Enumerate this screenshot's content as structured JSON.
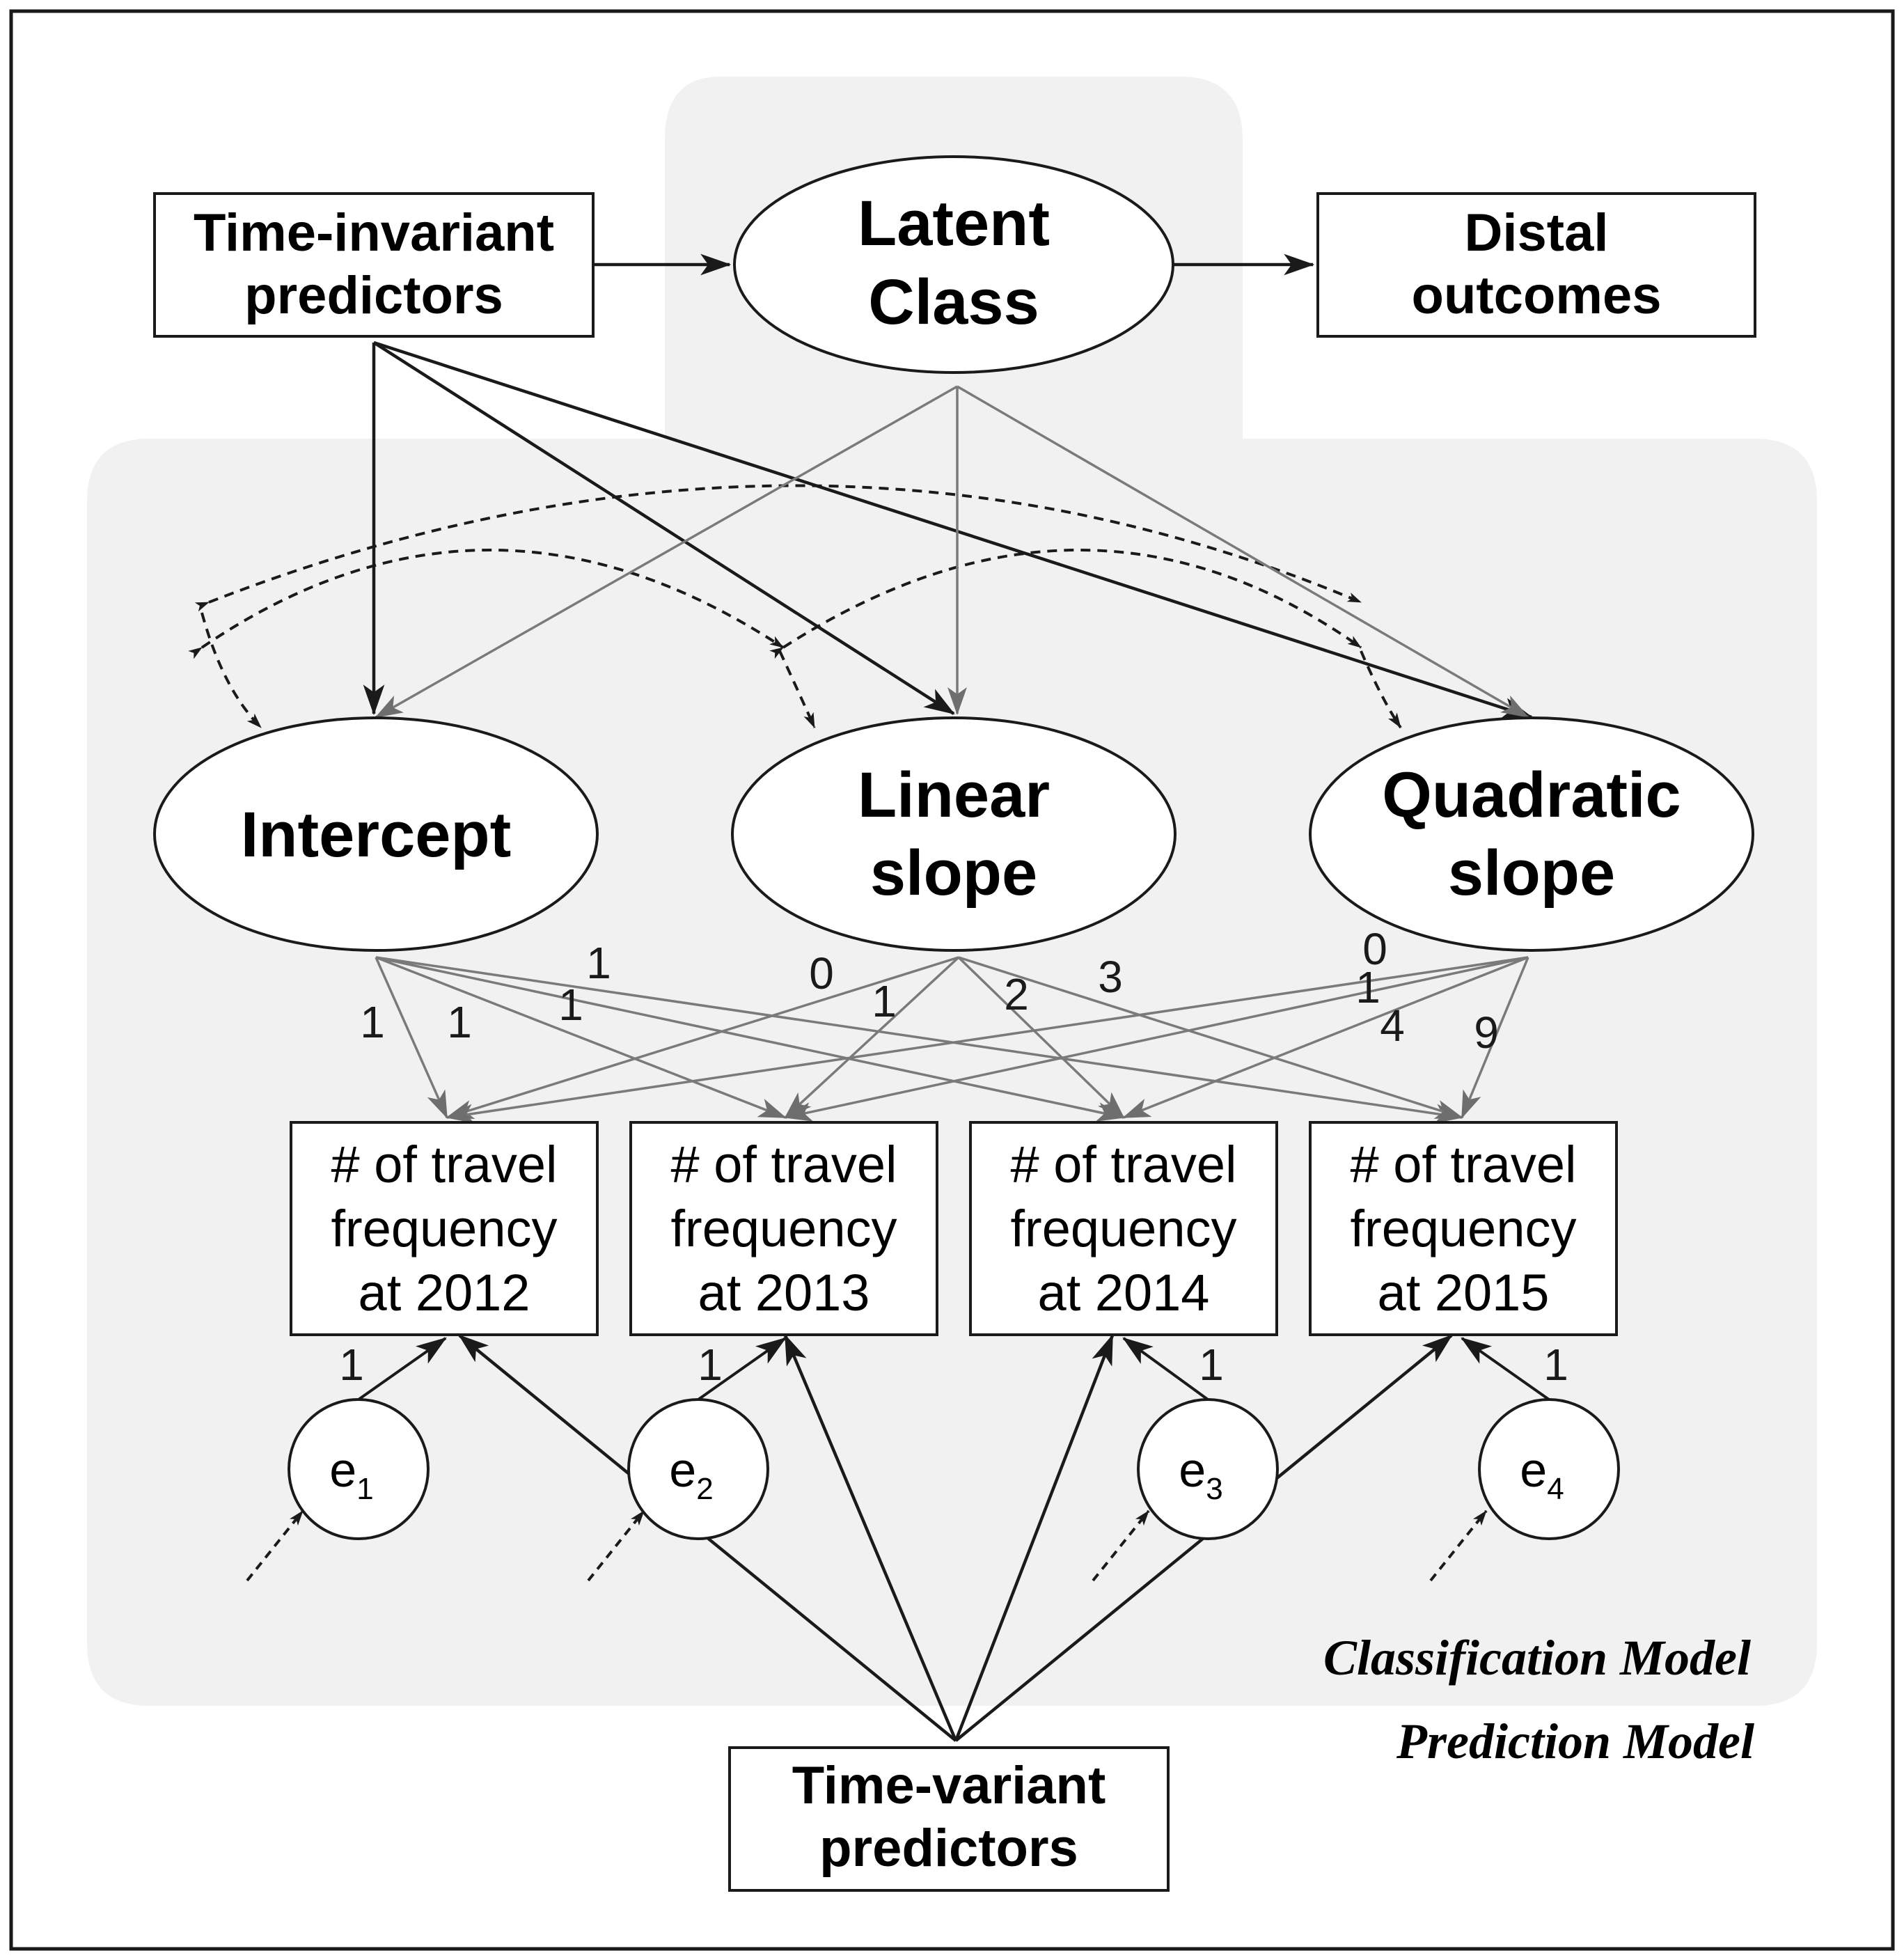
{
  "nodes": {
    "time_invariant": [
      "Time-invariant",
      "predictors"
    ],
    "latent_class": [
      "Latent",
      "Class"
    ],
    "distal": [
      "Distal",
      "outcomes"
    ],
    "intercept": [
      "Intercept"
    ],
    "linear": [
      "Linear",
      "slope"
    ],
    "quadratic": [
      "Quadratic",
      "slope"
    ],
    "time_variant": [
      "Time-variant",
      "predictors"
    ]
  },
  "observed": [
    [
      "# of travel",
      "frequency",
      "at 2012"
    ],
    [
      "# of travel",
      "frequency",
      "at 2013"
    ],
    [
      "# of travel",
      "frequency",
      "at 2014"
    ],
    [
      "# of travel",
      "frequency",
      "at 2015"
    ]
  ],
  "errors": [
    {
      "base": "e",
      "sub": "1"
    },
    {
      "base": "e",
      "sub": "2"
    },
    {
      "base": "e",
      "sub": "3"
    },
    {
      "base": "e",
      "sub": "4"
    }
  ],
  "loadings": {
    "intercept": [
      "1",
      "1",
      "1",
      "1"
    ],
    "linear": [
      "0",
      "1",
      "2",
      "3"
    ],
    "quadratic": [
      "0",
      "1",
      "4",
      "9"
    ],
    "errors": [
      "1",
      "1",
      "1",
      "1"
    ]
  },
  "labels": {
    "classification": "Classification Model",
    "prediction": "Prediction Model"
  },
  "colors": {
    "region": "#f1f1f1",
    "dark_arrow": "#1a1a1a",
    "gray_arrow": "#777777"
  }
}
